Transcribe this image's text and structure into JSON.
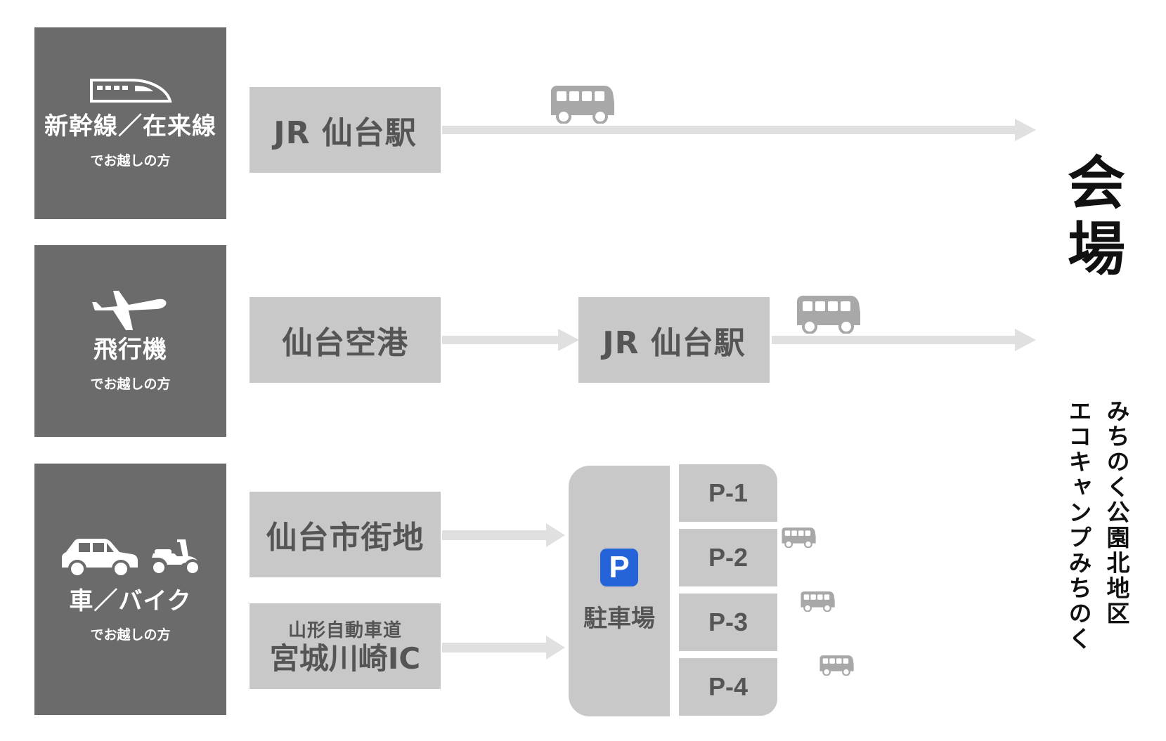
{
  "modes": [
    {
      "title": "新幹線／在来線",
      "subtitle": "でお越しの方",
      "icon": "shinkansen-icon"
    },
    {
      "title": "飛行機",
      "subtitle": "でお越しの方",
      "icon": "airplane-icon"
    },
    {
      "title": "車／バイク",
      "subtitle": "でお越しの方",
      "icon": "car-scooter-icon"
    }
  ],
  "nodes": {
    "jr_sendai_1": "JR 仙台駅",
    "sendai_airport": "仙台空港",
    "jr_sendai_2": "JR 仙台駅",
    "sendai_city": "仙台市街地",
    "expressway_line1": "山形自動車道",
    "expressway_line2": "宮城川崎IC"
  },
  "parking": {
    "badge": "P",
    "label": "駐車場",
    "lots": [
      "P-1",
      "P-2",
      "P-3",
      "P-4"
    ]
  },
  "venue": {
    "title_line1": "会",
    "title_line2": "場",
    "name_line1": "みちのく公園北地区",
    "name_line2": "エコキャンプみちのく"
  },
  "colors": {
    "mode_box": "#6b6b6b",
    "node_box": "#c8c8c8",
    "arrow": "#e0e0e0",
    "bus_icon": "#a8a8a8",
    "parking_badge": "#2563d8"
  }
}
